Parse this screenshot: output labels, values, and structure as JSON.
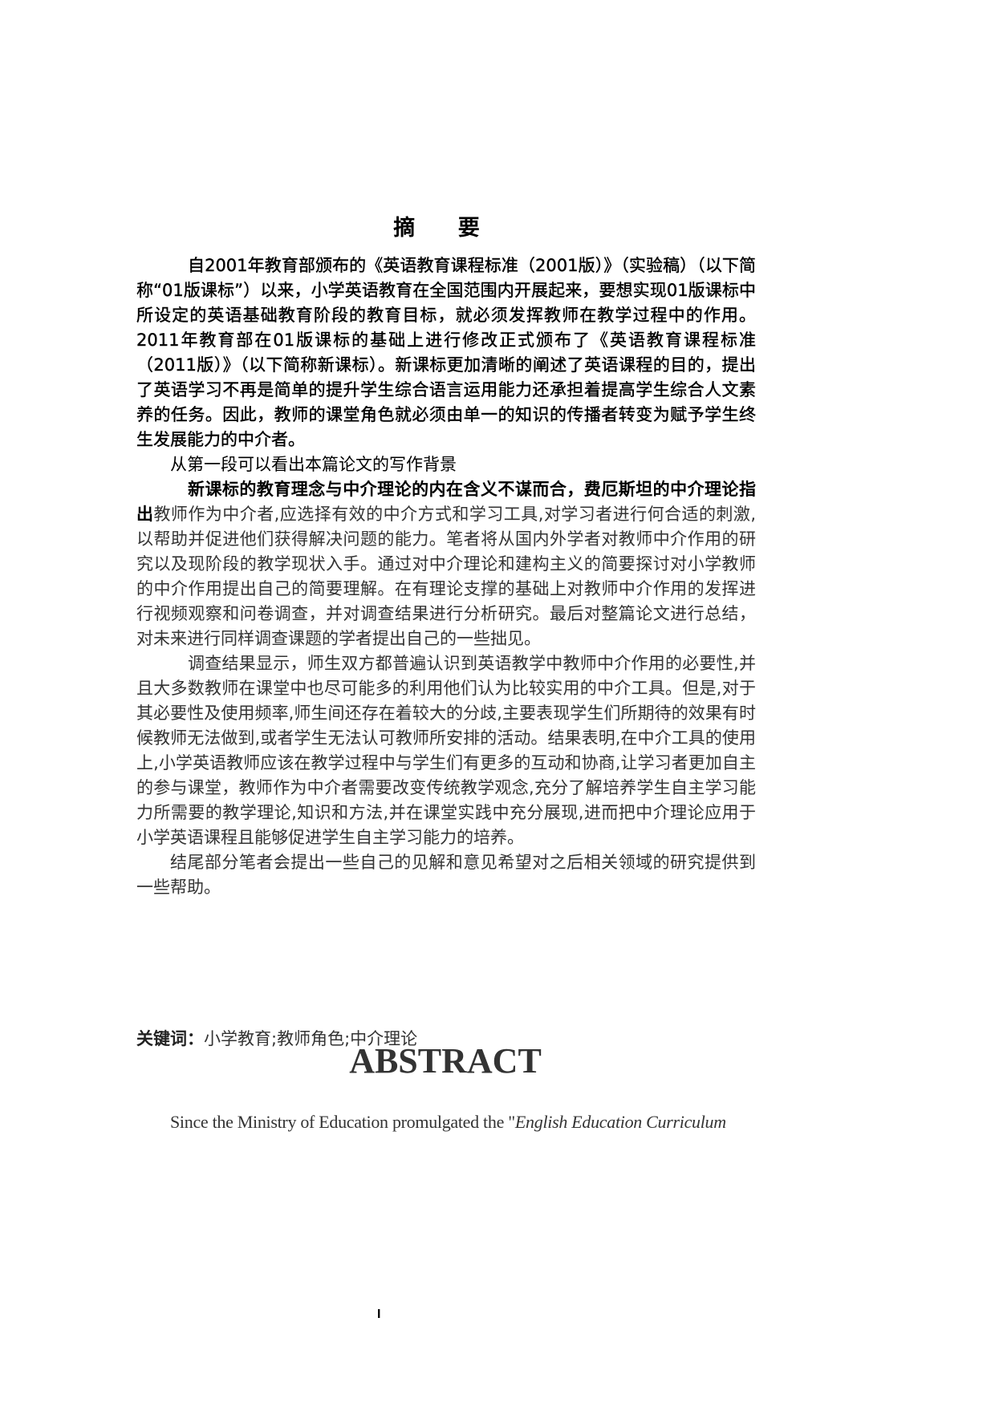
{
  "cn_abstract": {
    "title": "摘 要",
    "paragraph_1": "自2001年教育部颁布的《英语教育课程标准（2001版）》（实验稿）（以下简称“01版课标”）以来，小学英语教育在全国范围内开展起来，要想实现01版课标中所设定的英语基础教育阶段的教育目标，就必须发挥教师在教学过程中的作用。2011年教育部在01版课标的基础上进行修改正式颁布了《英语教育课程标准（2011版）》（以下简称新课标）。新课标更加清晰的阐述了英语课程的目的，提出了英语学习不再是简单的提升学生综合语言运用能力还承担着提高学生综合人文素养的任务。因此，教师的课堂角色就必须由单一的知识的传播者转变为赋予学生终生发展能力的中介者。",
    "paragraph_2": "从第一段可以看出本篇论文的写作背景",
    "paragraph_3_bold": "新课标的教育理念与中介理论的内在含义不谋而合，费厄斯坦的中介理论指出",
    "paragraph_3_rest": "教师作为中介者,应选择有效的中介方式和学习工具,对学习者进行何合适的刺激,以帮助并促进他们获得解决问题的能力。笔者将从国内外学者对教师中介作用的研究以及现阶段的教学现状入手。通过对中介理论和建构主义的简要探讨对小学教师的中介作用提出自己的简要理解。在有理论支撑的基础上对教师中介作用的发挥进行视频观察和问卷调查，并对调查结果进行分析研究。最后对整篇论文进行总结，对未来进行同样调查课题的学者提出自己的一些拙见。",
    "paragraph_4": "调查结果显示，师生双方都普遍认识到英语教学中教师中介作用的必要性,并且大多数教师在课堂中也尽可能多的利用他们认为比较实用的中介工具。但是,对于其必要性及使用频率,师生间还存在着较大的分歧,主要表现学生们所期待的效果有时候教师无法做到,或者学生无法认可教师所安排的活动。结果表明,在中介工具的使用上,小学英语教师应该在教学过程中与学生们有更多的互动和协商,让学习者更加自主的参与课堂，教师作为中介者需要改变传统教学观念,充分了解培养学生自主学习能力所需要的教学理论,知识和方法,并在课堂实践中充分展现,进而把中介理论应用于小学英语课程且能够促进学生自主学习能力的培养。",
    "paragraph_5": "结尾部分笔者会提出一些自己的见解和意见希望对之后相关领域的研究提供到一些帮助。",
    "keywords_label": "关键词：",
    "keywords_value": "小学教育;教师角色;中介理论"
  },
  "en_abstract": {
    "title": "ABSTRACT",
    "first_line_plain": "Since the Ministry of Education promulgated the \"",
    "first_line_italic": "English Education Curriculum"
  },
  "footer": {
    "page_number": "I"
  }
}
